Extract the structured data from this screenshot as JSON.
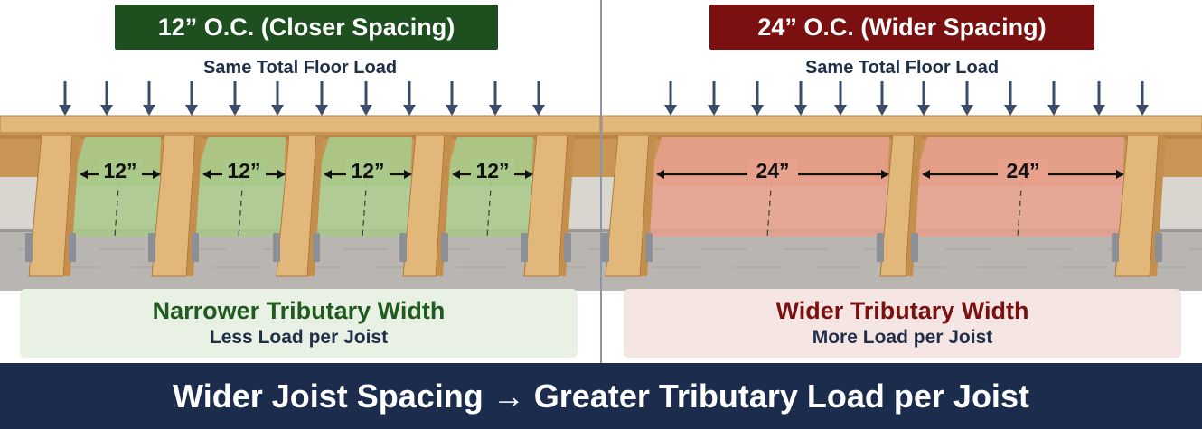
{
  "left": {
    "title": "12” O.C. (Closer Spacing)",
    "subtitle": "Same Total Floor Load",
    "spacing_labels": [
      "12”",
      "12”",
      "12”",
      "12”"
    ],
    "caption_title": "Narrower Tributary Width",
    "caption_sub": "Less Load per Joist",
    "colors": {
      "badge": "#1d4f1f",
      "area": "#a9c98a",
      "caption_bg": "#e9f1e4",
      "caption_title": "#1f5a1f"
    }
  },
  "right": {
    "title": "24” O.C. (Wider Spacing)",
    "subtitle": "Same Total Floor Load",
    "spacing_labels": [
      "24”",
      "24”"
    ],
    "caption_title": "Wider Tributary Width",
    "caption_sub": "More Load per Joist",
    "colors": {
      "badge": "#7a1010",
      "area": "#e6a08c",
      "caption_bg": "#f6e6e3",
      "caption_title": "#7a1010"
    }
  },
  "footer": "Wider Joist Spacing → Greater Tributary Load per Joist",
  "colors": {
    "wood": "#e2b77a",
    "wood_dark": "#c99555",
    "load_arrow": "#3b4d68",
    "divider": "#8a97a8",
    "footer_bg": "#1b2c4c"
  },
  "icons": {
    "load_arrow": "down-arrow-icon",
    "dimension_arrow": "double-arrow-icon",
    "hanger": "joist-hanger-icon"
  }
}
